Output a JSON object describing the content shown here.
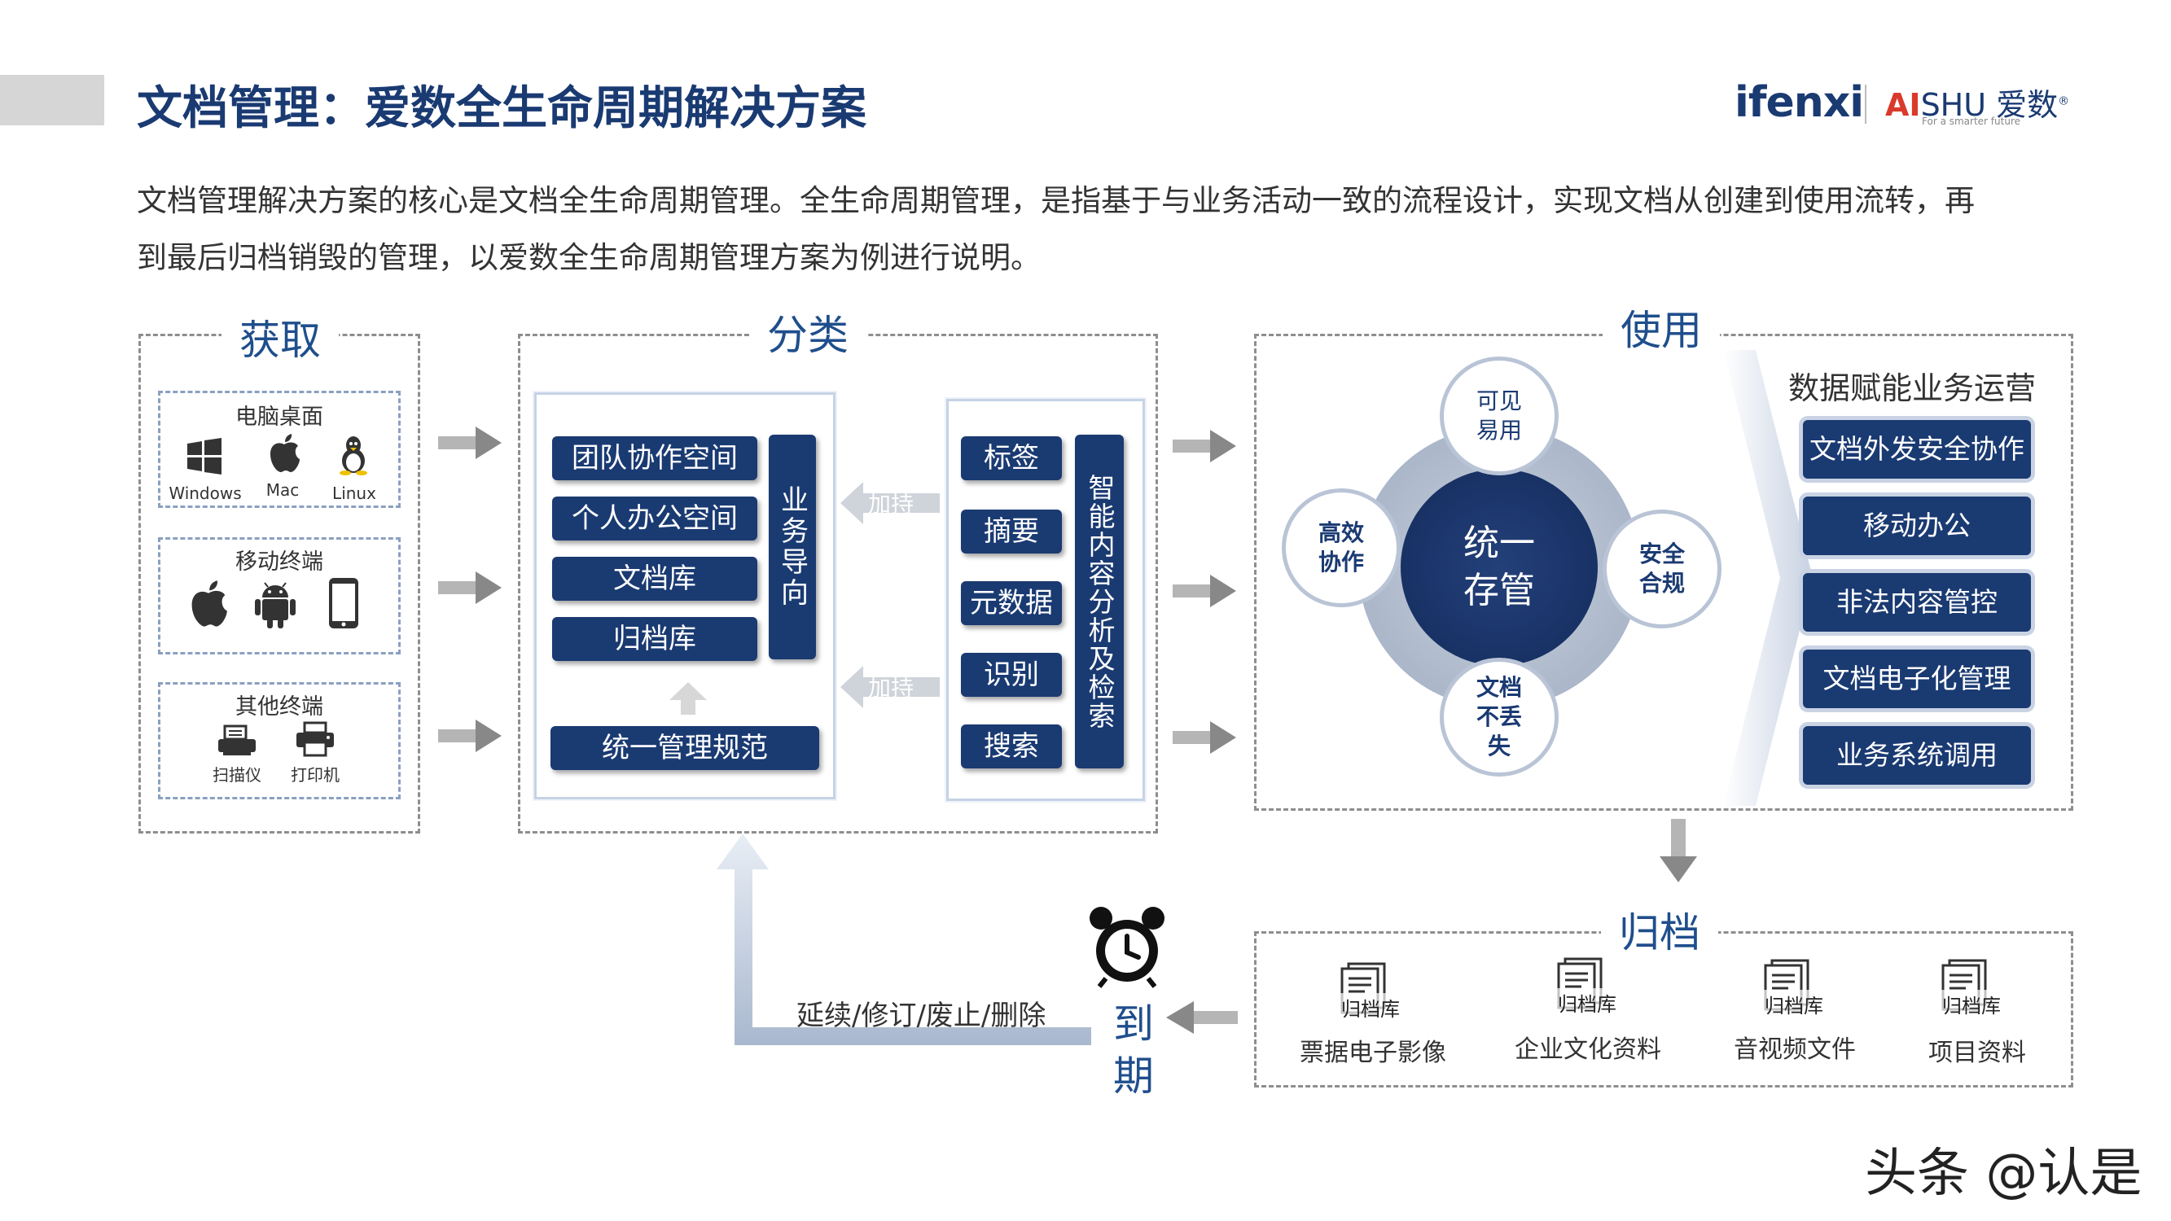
{
  "header": {
    "title": "文档管理：爱数全生命周期解决方案",
    "logo_ifenxi": "ifenxi",
    "logo_aishu_ai": "AI",
    "logo_aishu_rest": "SHU 爱数",
    "logo_aishu_reg": "®",
    "logo_tagline": "For a smarter future"
  },
  "intro": {
    "line1": "文档管理解决方案的核心是文档全生命周期管理。全生命周期管理，是指基于与业务活动一致的流程设计，实现文档从创建到使用流转，再",
    "line2": "到最后归档销毁的管理，以爱数全生命周期管理方案为例进行说明。"
  },
  "acquire": {
    "title": "获取",
    "desktop": {
      "title": "电脑桌面",
      "os": [
        "Windows",
        "Mac",
        "Linux"
      ]
    },
    "mobile": {
      "title": "移动终端"
    },
    "other": {
      "title": "其他终端",
      "devices": [
        "扫描仪",
        "打印机"
      ]
    }
  },
  "classify": {
    "title": "分类",
    "spaces": [
      "团队协作空间",
      "个人办公空间",
      "文档库",
      "归档库"
    ],
    "business_oriented": "业务导向",
    "unified_spec": "统一管理规范",
    "support_label": "加持",
    "features": [
      "标签",
      "摘要",
      "元数据",
      "识别",
      "搜索"
    ],
    "smart_retrieval": "智能内容分析及检索"
  },
  "use": {
    "title": "使用",
    "center": "统一存管",
    "nodes": {
      "top": "可见易用",
      "left": "高效协作",
      "right": "安全合规",
      "bottom": "文档不丢失"
    },
    "ops_title": "数据赋能业务运营",
    "ops": [
      "文档外发安全协作",
      "移动办公",
      "非法内容管控",
      "文档电子化管理",
      "业务系统调用"
    ]
  },
  "archive": {
    "title": "归档",
    "icon_label": "归档库",
    "items": [
      "票据电子影像",
      "企业文化资料",
      "音视频文件",
      "项目资料"
    ]
  },
  "expire": {
    "title": "到期",
    "actions": "延续/修订/废止/删除"
  },
  "watermark": "头条 @认是",
  "colors": {
    "navy": "#1a3a72",
    "accent_red": "#d93a2b",
    "ring": "#b9c4d6"
  }
}
